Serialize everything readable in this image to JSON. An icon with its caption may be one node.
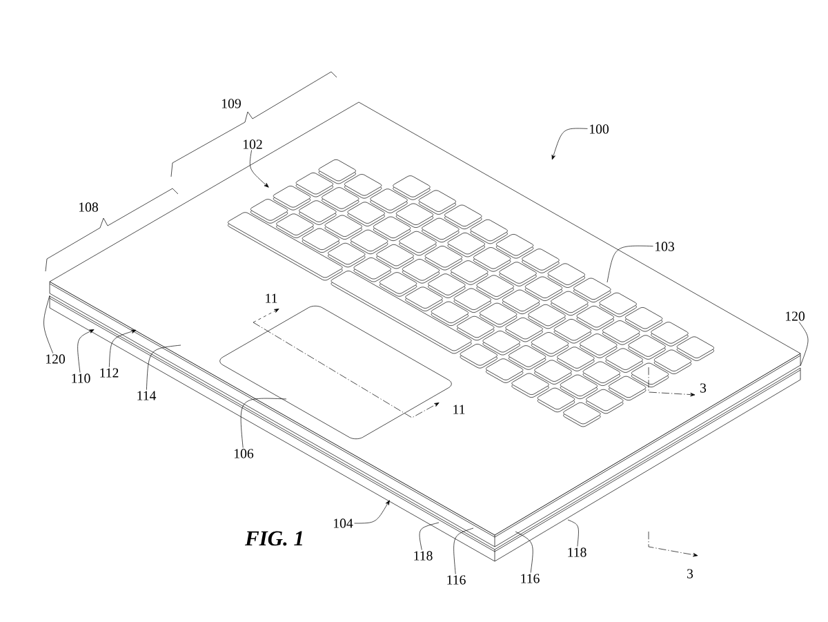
{
  "diagram": {
    "caption": "FIG. 1",
    "nodes": [
      {
        "text": [
          "100"
        ]
      },
      {
        "text": [
          "102"
        ]
      },
      {
        "text": [
          "103"
        ]
      },
      {
        "text": [
          "120"
        ]
      },
      {
        "text": [
          "110"
        ]
      },
      {
        "text": [
          "112"
        ]
      },
      {
        "text": [
          "114"
        ]
      },
      {
        "text": [
          "106"
        ]
      },
      {
        "text": [
          "104"
        ]
      },
      {
        "text": [
          "118"
        ]
      },
      {
        "text": [
          "116"
        ]
      },
      {
        "text": [
          "116"
        ]
      },
      {
        "text": [
          "118"
        ]
      },
      {
        "text": [
          "120"
        ]
      },
      {
        "text": [],
        "shape": "box"
      },
      {
        "text": [],
        "shape": "box"
      },
      {
        "text": [],
        "shape": "box"
      }
    ],
    "edges": [
      {
        "from": 0,
        "to": null,
        "arrow": "to"
      },
      {
        "from": 1,
        "to": 14,
        "arrow": "to"
      },
      {
        "from": 2,
        "to": 15,
        "arrow": "none"
      },
      {
        "from": 3,
        "to": null,
        "arrow": "none"
      },
      {
        "from": 4,
        "to": null,
        "arrow": "to"
      },
      {
        "from": 5,
        "to": null,
        "arrow": "to"
      },
      {
        "from": 6,
        "to": null,
        "arrow": "none"
      },
      {
        "from": 7,
        "to": 16,
        "arrow": "none"
      },
      {
        "from": 8,
        "to": null,
        "arrow": "to"
      },
      {
        "from": 9,
        "to": null,
        "arrow": "none"
      },
      {
        "from": 10,
        "to": null,
        "arrow": "none"
      },
      {
        "from": 11,
        "to": null,
        "arrow": "none"
      },
      {
        "from": 12,
        "to": null,
        "arrow": "none"
      },
      {
        "from": 13,
        "to": null,
        "arrow": "none"
      }
    ],
    "labels": [
      "109",
      "108",
      "11",
      "11",
      "3",
      "3"
    ]
  }
}
